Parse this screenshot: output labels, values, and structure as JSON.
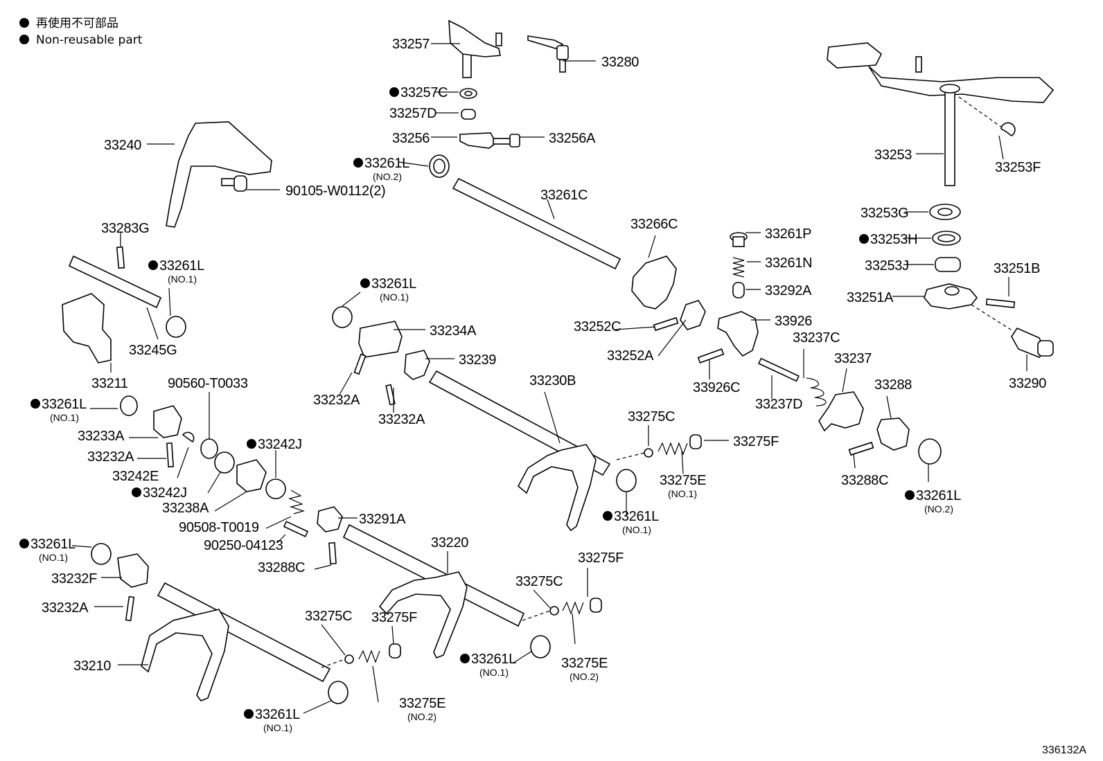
{
  "legend": {
    "line_ja": "再使用不可部品",
    "line_en": "Non-reusable part"
  },
  "reference": "336132A",
  "labels": [
    {
      "id": "l1",
      "text": "33257",
      "dot": false,
      "sub": ""
    },
    {
      "id": "l2",
      "text": "33280",
      "dot": false,
      "sub": ""
    },
    {
      "id": "l3",
      "text": "33257C",
      "dot": true,
      "sub": ""
    },
    {
      "id": "l4",
      "text": "33257D",
      "dot": false,
      "sub": ""
    },
    {
      "id": "l5",
      "text": "33256",
      "dot": false,
      "sub": ""
    },
    {
      "id": "l6",
      "text": "33256A",
      "dot": false,
      "sub": ""
    },
    {
      "id": "l7",
      "text": "33261L",
      "dot": true,
      "sub": "(NO.2)"
    },
    {
      "id": "l8",
      "text": "33240",
      "dot": false,
      "sub": ""
    },
    {
      "id": "l9",
      "text": "90105-W0112(2)",
      "dot": false,
      "sub": ""
    },
    {
      "id": "l10",
      "text": "33261C",
      "dot": false,
      "sub": ""
    },
    {
      "id": "l11",
      "text": "33253",
      "dot": false,
      "sub": ""
    },
    {
      "id": "l12",
      "text": "33253F",
      "dot": false,
      "sub": ""
    },
    {
      "id": "l13",
      "text": "33253G",
      "dot": false,
      "sub": ""
    },
    {
      "id": "l14",
      "text": "33253H",
      "dot": true,
      "sub": ""
    },
    {
      "id": "l15",
      "text": "33253J",
      "dot": false,
      "sub": ""
    },
    {
      "id": "l16",
      "text": "33251B",
      "dot": false,
      "sub": ""
    },
    {
      "id": "l17",
      "text": "33251A",
      "dot": false,
      "sub": ""
    },
    {
      "id": "l18",
      "text": "33290",
      "dot": false,
      "sub": ""
    },
    {
      "id": "l19",
      "text": "33283G",
      "dot": false,
      "sub": ""
    },
    {
      "id": "l20",
      "text": "33261L",
      "dot": true,
      "sub": "(NO.1)"
    },
    {
      "id": "l21",
      "text": "33245G",
      "dot": false,
      "sub": ""
    },
    {
      "id": "l22",
      "text": "33211",
      "dot": false,
      "sub": ""
    },
    {
      "id": "l23",
      "text": "33266C",
      "dot": false,
      "sub": ""
    },
    {
      "id": "l24",
      "text": "33261P",
      "dot": false,
      "sub": ""
    },
    {
      "id": "l25",
      "text": "33261N",
      "dot": false,
      "sub": ""
    },
    {
      "id": "l26",
      "text": "33292A",
      "dot": false,
      "sub": ""
    },
    {
      "id": "l27",
      "text": "33261L",
      "dot": true,
      "sub": "(NO.1)"
    },
    {
      "id": "l28",
      "text": "33234A",
      "dot": false,
      "sub": ""
    },
    {
      "id": "l29",
      "text": "33239",
      "dot": false,
      "sub": ""
    },
    {
      "id": "l30",
      "text": "33252C",
      "dot": false,
      "sub": ""
    },
    {
      "id": "l31",
      "text": "33252A",
      "dot": false,
      "sub": ""
    },
    {
      "id": "l32",
      "text": "33926",
      "dot": false,
      "sub": ""
    },
    {
      "id": "l33",
      "text": "33237C",
      "dot": false,
      "sub": ""
    },
    {
      "id": "l34",
      "text": "33237",
      "dot": false,
      "sub": ""
    },
    {
      "id": "l35",
      "text": "33288",
      "dot": false,
      "sub": ""
    },
    {
      "id": "l36",
      "text": "33926C",
      "dot": false,
      "sub": ""
    },
    {
      "id": "l37",
      "text": "33237D",
      "dot": false,
      "sub": ""
    },
    {
      "id": "l38",
      "text": "90560-T0033",
      "dot": false,
      "sub": ""
    },
    {
      "id": "l39",
      "text": "33232A",
      "dot": false,
      "sub": ""
    },
    {
      "id": "l40",
      "text": "33232A",
      "dot": false,
      "sub": ""
    },
    {
      "id": "l41",
      "text": "33230B",
      "dot": false,
      "sub": ""
    },
    {
      "id": "l42",
      "text": "33261L",
      "dot": true,
      "sub": "(NO.1)"
    },
    {
      "id": "l43",
      "text": "33233A",
      "dot": false,
      "sub": ""
    },
    {
      "id": "l44",
      "text": "33232A",
      "dot": false,
      "sub": ""
    },
    {
      "id": "l45",
      "text": "33242E",
      "dot": false,
      "sub": ""
    },
    {
      "id": "l46",
      "text": "33242J",
      "dot": true,
      "sub": ""
    },
    {
      "id": "l47",
      "text": "33242J",
      "dot": true,
      "sub": ""
    },
    {
      "id": "l48",
      "text": "33238A",
      "dot": false,
      "sub": ""
    },
    {
      "id": "l49",
      "text": "90508-T0019",
      "dot": false,
      "sub": ""
    },
    {
      "id": "l50",
      "text": "90250-04123",
      "dot": false,
      "sub": ""
    },
    {
      "id": "l51",
      "text": "33291A",
      "dot": false,
      "sub": ""
    },
    {
      "id": "l52",
      "text": "33288C",
      "dot": false,
      "sub": ""
    },
    {
      "id": "l53",
      "text": "33275C",
      "dot": false,
      "sub": ""
    },
    {
      "id": "l54",
      "text": "33275F",
      "dot": false,
      "sub": ""
    },
    {
      "id": "l55",
      "text": "33275E",
      "dot": false,
      "sub": "(NO.1)"
    },
    {
      "id": "l56",
      "text": "33261L",
      "dot": true,
      "sub": "(NO.1)"
    },
    {
      "id": "l57",
      "text": "33288C",
      "dot": false,
      "sub": ""
    },
    {
      "id": "l58",
      "text": "33261L",
      "dot": true,
      "sub": "(NO.2)"
    },
    {
      "id": "l59",
      "text": "33220",
      "dot": false,
      "sub": ""
    },
    {
      "id": "l60",
      "text": "33275F",
      "dot": false,
      "sub": ""
    },
    {
      "id": "l61",
      "text": "33275C",
      "dot": false,
      "sub": ""
    },
    {
      "id": "l62",
      "text": "33261L",
      "dot": true,
      "sub": "(NO.1)"
    },
    {
      "id": "l63",
      "text": "33232F",
      "dot": false,
      "sub": ""
    },
    {
      "id": "l64",
      "text": "33232A",
      "dot": false,
      "sub": ""
    },
    {
      "id": "l65",
      "text": "33275C",
      "dot": false,
      "sub": ""
    },
    {
      "id": "l66",
      "text": "33275F",
      "dot": false,
      "sub": ""
    },
    {
      "id": "l67",
      "text": "33210",
      "dot": false,
      "sub": ""
    },
    {
      "id": "l68",
      "text": "33261L",
      "dot": true,
      "sub": "(NO.1)"
    },
    {
      "id": "l69",
      "text": "33275E",
      "dot": false,
      "sub": "(NO.2)"
    },
    {
      "id": "l70",
      "text": "33261L",
      "dot": true,
      "sub": "(NO.1)"
    },
    {
      "id": "l71",
      "text": "33275E",
      "dot": false,
      "sub": "(NO.2)"
    }
  ]
}
